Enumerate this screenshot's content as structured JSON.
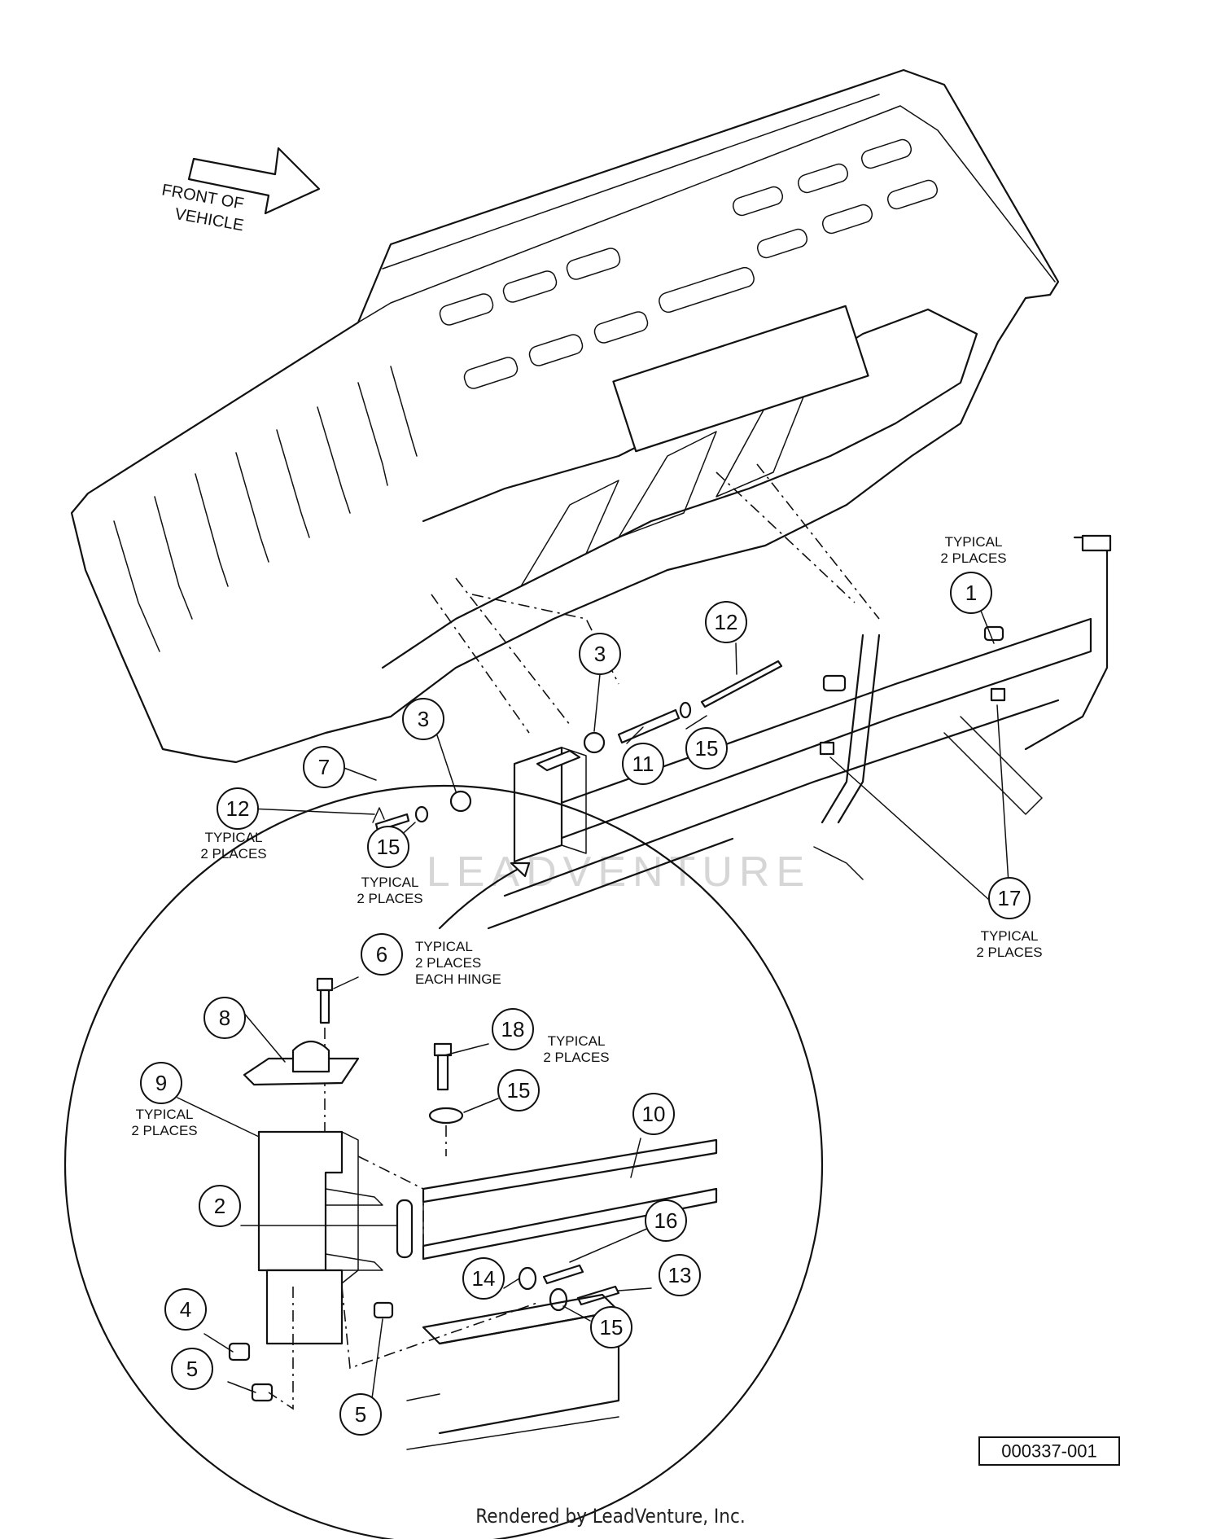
{
  "direction_label": {
    "line1": "FRONT OF",
    "line2": "VEHICLE"
  },
  "watermark": "LEADVENTURE",
  "drawing_number": "000337-001",
  "footer": "Rendered by LeadVenture, Inc.",
  "callouts": [
    {
      "id": "c1",
      "number": "1"
    },
    {
      "id": "c3a",
      "number": "3"
    },
    {
      "id": "c3b",
      "number": "3"
    },
    {
      "id": "c7",
      "number": "7"
    },
    {
      "id": "c11",
      "number": "11"
    },
    {
      "id": "c12a",
      "number": "12"
    },
    {
      "id": "c12b",
      "number": "12"
    },
    {
      "id": "c15a",
      "number": "15"
    },
    {
      "id": "c15b",
      "number": "15"
    },
    {
      "id": "c17",
      "number": "17"
    },
    {
      "id": "c6",
      "number": "6"
    },
    {
      "id": "c8",
      "number": "8"
    },
    {
      "id": "c9",
      "number": "9"
    },
    {
      "id": "c18",
      "number": "18"
    },
    {
      "id": "c15c",
      "number": "15"
    },
    {
      "id": "c10",
      "number": "10"
    },
    {
      "id": "c2",
      "number": "2"
    },
    {
      "id": "c16",
      "number": "16"
    },
    {
      "id": "c14",
      "number": "14"
    },
    {
      "id": "c13",
      "number": "13"
    },
    {
      "id": "c4",
      "number": "4"
    },
    {
      "id": "c5a",
      "number": "5"
    },
    {
      "id": "c5b",
      "number": "5"
    },
    {
      "id": "c15d",
      "number": "15"
    }
  ],
  "notes": {
    "n1": {
      "line1": "TYPICAL",
      "line2": "2 PLACES"
    },
    "n12": {
      "line1": "TYPICAL",
      "line2": "2 PLACES"
    },
    "n15": {
      "line1": "TYPICAL",
      "line2": "2 PLACES"
    },
    "n17": {
      "line1": "TYPICAL",
      "line2": "2 PLACES"
    },
    "n6": {
      "line1": "TYPICAL",
      "line2": "2 PLACES",
      "line3": "EACH HINGE"
    },
    "n18": {
      "line1": "TYPICAL",
      "line2": "2 PLACES"
    },
    "n9": {
      "line1": "TYPICAL",
      "line2": "2 PLACES"
    }
  }
}
